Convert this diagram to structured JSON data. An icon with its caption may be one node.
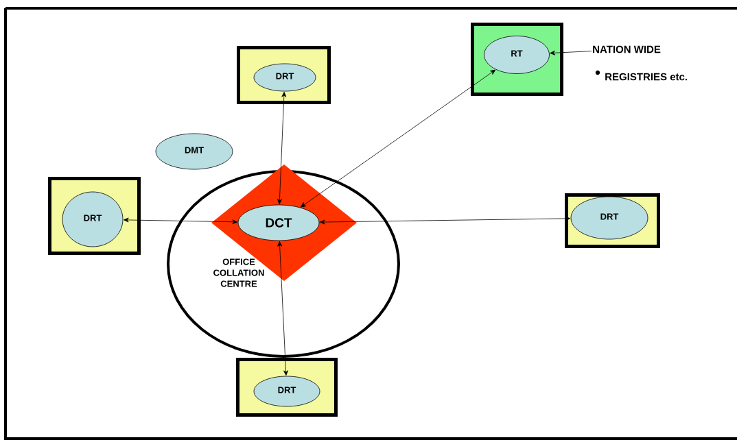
{
  "diagram": {
    "nodes": [
      {
        "text": [],
        "shape": "box"
      },
      {
        "text": [
          "DRT"
        ],
        "in": 0
      },
      {
        "text": [],
        "shape": "box"
      },
      {
        "text": [
          "RT"
        ],
        "in": 2
      },
      {
        "text": [
          "NATION WIDE"
        ]
      },
      {
        "text": [
          "DMT"
        ]
      },
      {
        "text": [
          "OFFICE COLLATION CENTRE"
        ]
      },
      {
        "text": [],
        "shape": "diamond",
        "in": 6
      },
      {
        "text": [
          "DCT"
        ],
        "in": 7
      },
      {
        "text": [],
        "shape": "box"
      },
      {
        "text": [
          "DRT"
        ],
        "in": 9
      },
      {
        "text": [],
        "shape": "box"
      },
      {
        "text": [
          "DRT"
        ],
        "in": 11
      },
      {
        "text": [],
        "shape": "box"
      },
      {
        "text": [
          "DRT"
        ],
        "in": 13
      }
    ],
    "edges": [
      {
        "from": 1,
        "to": 8,
        "arrow": "both"
      },
      {
        "from": 3,
        "to": 8,
        "arrow": "both"
      },
      {
        "from": 10,
        "to": 8,
        "arrow": "both"
      },
      {
        "from": 12,
        "to": 8,
        "arrow": "both"
      },
      {
        "from": 14,
        "to": 8,
        "arrow": "both"
      },
      {
        "from": 4,
        "to": 3,
        "arrow": "to"
      }
    ],
    "labels": [
      "REGISTRIES etc."
    ]
  }
}
